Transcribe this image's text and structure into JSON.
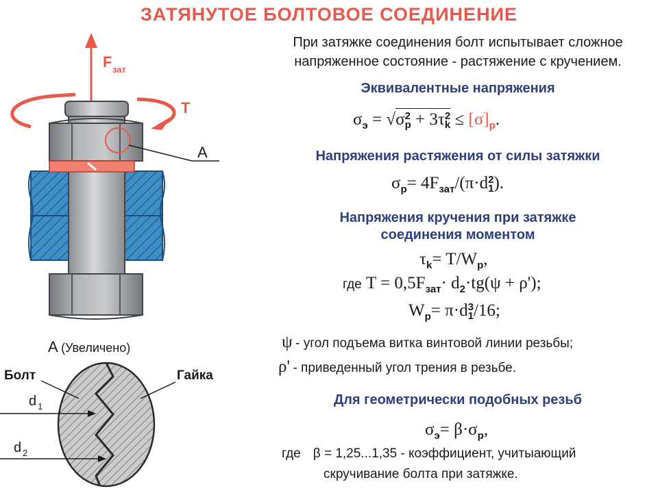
{
  "title": "ЗАТЯНУТОЕ БОЛТОВОЕ СОЕДИНЕНИЕ",
  "intro": {
    "line1": "При затяжке соединения болт испытывает сложное",
    "line2": "напряженное состояние - растяжение с кручением."
  },
  "sections": {
    "equivalent": "Эквивалентные напряжения",
    "tension": "Напряжения растяжения от силы затяжки",
    "torsion_line1": "Напряжения кручения при затяжке",
    "torsion_line2": "соединения моментом",
    "similar": "Для геометрически подобных резьб"
  },
  "formulas": {
    "eq_sigma": "σ",
    "eq_sub_e": "э",
    "eq_mid": "= √",
    "eq_sigma_p": "σ",
    "eq_sup2": "2",
    "eq_sub_p": "р",
    "eq_plus3": "+ 3",
    "eq_tau": "τ",
    "eq_sub_k": "k",
    "eq_le": "≤",
    "eq_allow": "[σ]",
    "eq_allow_sub": "р",
    "eq_dot": ".",
    "tens_lhs": "σ",
    "tens_lhs_sub": "р",
    "tens_eq": "= 4F",
    "tens_sub_zat": "зат",
    "tens_mid": "/(π·d",
    "tens_sub1": "1",
    "tens_sup2": "2",
    "tens_end": ").",
    "tau_lhs": "τ",
    "tau_sub": "k",
    "tau_eq": "= T/W",
    "tau_sub_p": "р",
    "tau_comma": ",",
    "T_where": "где",
    "T_expr1": "T = 0,5F",
    "T_sub_zat": "зат",
    "T_expr2": "· d",
    "T_sub2": "2",
    "T_expr3": "·tg(ψ + ρ');",
    "W_lhs": "W",
    "W_sub": "р",
    "W_expr": "= π·d",
    "W_sub1": "1",
    "W_sup3": "3",
    "W_end": "/16;",
    "psi_sym": "ψ",
    "psi_text": "- угол подъема витка винтовой линии резьбы;",
    "rho_sym": "ρ'",
    "rho_text": "- приведенный угол трения в резьбе.",
    "sim_lhs": "σ",
    "sim_sub_e": "э",
    "sim_expr": "= β·σ",
    "sim_sub_p": "р",
    "sim_comma": ",",
    "beta_where": "где",
    "beta_expr": "β = 1,25...1,35 - коэффициент, учитыающий",
    "beta_line2": "скручивание болта при затяжке."
  },
  "diagram": {
    "force_F": "F",
    "force_sub": "зат",
    "torque": "T",
    "point_A": "A",
    "zoom_label": "A",
    "zoom_note": "(Увеличено)",
    "bolt": "Болт",
    "nut": "Гайка",
    "d1": "d",
    "d1_sub": "1",
    "d2": "d",
    "d2_sub": "2"
  },
  "colors": {
    "title_red": "#e8584b",
    "heading_blue": "#2e3f7f",
    "plate_blue": "#3f8fc7",
    "washer_red": "#f08070",
    "bolt_gray": "#a9adb1"
  }
}
